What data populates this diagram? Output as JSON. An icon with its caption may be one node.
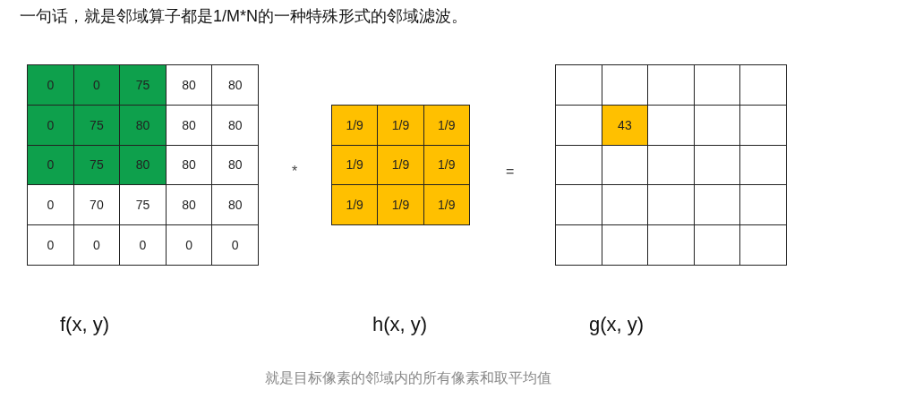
{
  "diagram": {
    "title": "一句话，就是邻域算子都是1/M*N的一种特殊形式的邻域滤波。",
    "caption": "就是目标像素的邻域内的所有像素和取平均值",
    "labels": [
      "0",
      "0",
      "75",
      "80",
      "80",
      "0",
      "75",
      "80",
      "80",
      "80",
      "0",
      "75",
      "80",
      "80",
      "80",
      "0",
      "70",
      "75",
      "80",
      "80",
      "0",
      "0",
      "0",
      "0",
      "0",
      "*",
      "1/9",
      "1/9",
      "1/9",
      "1/9",
      "1/9",
      "1/9",
      "1/9",
      "1/9",
      "1/9",
      "=",
      "43",
      "f(x, y)",
      "h(x, y)",
      "g(x, y)"
    ]
  }
}
